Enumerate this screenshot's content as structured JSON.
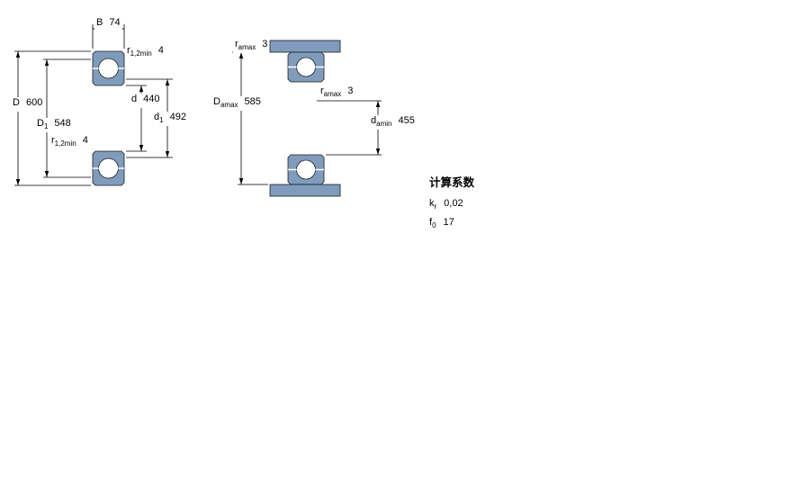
{
  "drawing": {
    "fill_color": "#7f9cbd",
    "line_color": "#000000"
  },
  "labels": {
    "b": {
      "base": "B",
      "sub": "",
      "value": "74"
    },
    "r12_top": {
      "base": "r",
      "sub": "1,2min",
      "value": "4"
    },
    "D": {
      "base": "D",
      "sub": "",
      "value": "600"
    },
    "D1": {
      "base": "D",
      "sub": "1",
      "value": "548"
    },
    "d": {
      "base": "d",
      "sub": "",
      "value": "440"
    },
    "d1": {
      "base": "d",
      "sub": "1",
      "value": "492"
    },
    "r12_bottom": {
      "base": "r",
      "sub": "1,2min",
      "value": "4"
    },
    "ramax_top": {
      "base": "r",
      "sub": "amax",
      "value": "3"
    },
    "Damax": {
      "base": "D",
      "sub": "amax",
      "value": "585"
    },
    "ramax_mid": {
      "base": "r",
      "sub": "amax",
      "value": "3"
    },
    "damin": {
      "base": "d",
      "sub": "amin",
      "value": "455"
    }
  },
  "calculation_factors": {
    "title": "计算系数",
    "rows": [
      {
        "base": "k",
        "sub": "r",
        "value": "0,02"
      },
      {
        "base": "f",
        "sub": "0",
        "value": "17"
      }
    ]
  }
}
